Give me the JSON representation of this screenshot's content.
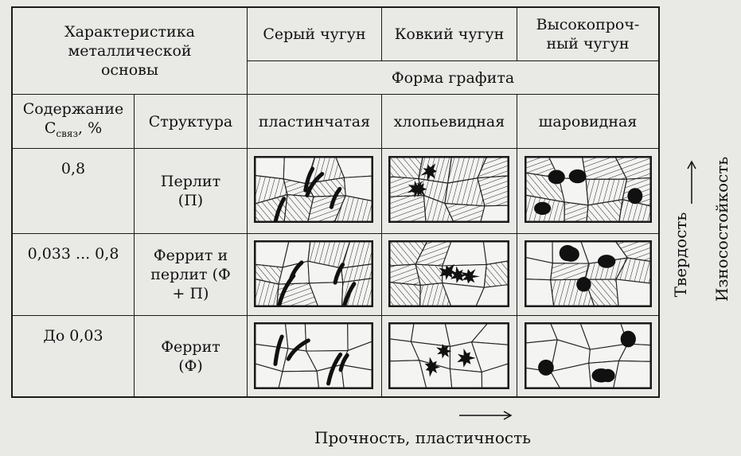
{
  "header": {
    "characteristic": "Характеристика металлической основы",
    "gray": "Серый чугун",
    "malleable": "Ковкий чугун",
    "highstrength": "Высокопроч-ный чугун",
    "graphite_form": "Форма графита",
    "content_c": "Содержание",
    "content_c2": "Ссвяз, %",
    "structure": "Структура",
    "form_lamellar": "пластинчатая",
    "form_flake": "хлопьевидная",
    "form_spherical": "шаровидная"
  },
  "rows": [
    {
      "content": "0,8",
      "structure": "Перлит (П)"
    },
    {
      "content": "0,033 ... 0,8",
      "structure": "Феррит и перлит (Ф + П)"
    },
    {
      "content": "До 0,03",
      "structure": "Феррит (Ф)"
    }
  ],
  "axes": {
    "x_label": "Прочность, пластичность",
    "y_label1": "Твердость",
    "y_label2": "Износостойкость"
  }
}
